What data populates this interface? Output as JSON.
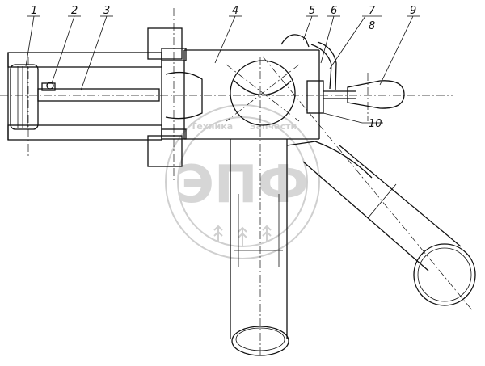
{
  "callouts": [
    {
      "label": "1"
    },
    {
      "label": "2"
    },
    {
      "label": "3"
    },
    {
      "label": "4"
    },
    {
      "label": "5"
    },
    {
      "label": "6"
    },
    {
      "label": "7"
    },
    {
      "label": "8"
    },
    {
      "label": "9"
    },
    {
      "label": "10"
    }
  ],
  "watermark": {
    "logo_text": "ЭПФ",
    "ring_left": "Техника",
    "ring_right": "Запчасти",
    "colors": {
      "stroke": "#cfcfcf"
    }
  },
  "colors": {
    "line": "#111111",
    "background": "#ffffff"
  }
}
